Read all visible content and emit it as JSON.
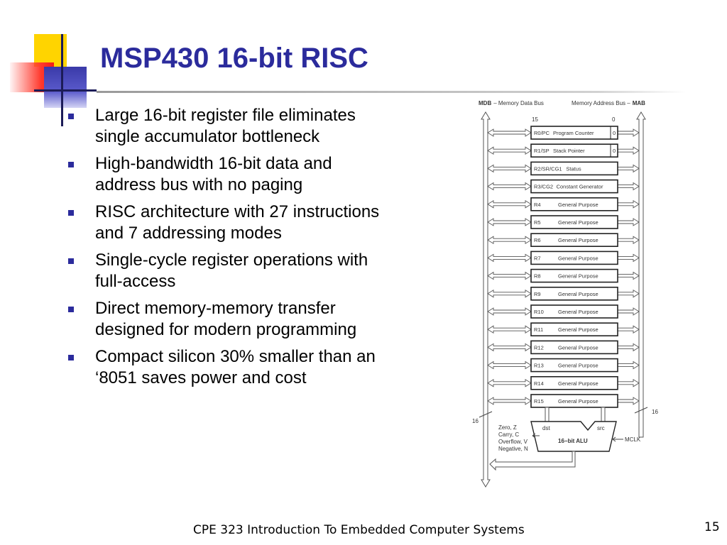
{
  "slide": {
    "title": "MSP430 16-bit RISC",
    "bullets": [
      "Large 16-bit register file eliminates single accumulator bottleneck",
      "High-bandwidth 16-bit data and address bus with no paging",
      "RISC architecture with 27 instructions and 7 addressing modes",
      "Single-cycle register operations with full-access",
      "Direct memory-memory transfer designed for modern programming",
      "Compact silicon 30% smaller than an ‘8051 saves power and cost"
    ],
    "footer": "CPE 323 Introduction To Embedded Computer Systems",
    "page_number": "15"
  },
  "diagram": {
    "mdb_abbr": "MDB",
    "mdb_label": "– Memory Data Bus",
    "mab_label": "Memory Address Bus –",
    "mab_abbr": "MAB",
    "bit_high": "15",
    "bit_low": "0",
    "registers": [
      {
        "name": "R0/PC",
        "desc": "Program Counter",
        "zero_bit": "0"
      },
      {
        "name": "R1/SP",
        "desc": "Stack Pointer",
        "zero_bit": "0"
      },
      {
        "name": "R2/SR/CG1",
        "desc": "Status",
        "zero_bit": ""
      },
      {
        "name": "R3/CG2",
        "desc": "Constant Generator",
        "zero_bit": ""
      },
      {
        "name": "R4",
        "desc": "General Purpose",
        "zero_bit": ""
      },
      {
        "name": "R5",
        "desc": "General Purpose",
        "zero_bit": ""
      },
      {
        "name": "R6",
        "desc": "General Purpose",
        "zero_bit": ""
      },
      {
        "name": "R7",
        "desc": "General Purpose",
        "zero_bit": ""
      },
      {
        "name": "R8",
        "desc": "General Purpose",
        "zero_bit": ""
      },
      {
        "name": "R9",
        "desc": "General Purpose",
        "zero_bit": ""
      },
      {
        "name": "R10",
        "desc": "General Purpose",
        "zero_bit": ""
      },
      {
        "name": "R11",
        "desc": "General Purpose",
        "zero_bit": ""
      },
      {
        "name": "R12",
        "desc": "General Purpose",
        "zero_bit": ""
      },
      {
        "name": "R13",
        "desc": "General Purpose",
        "zero_bit": ""
      },
      {
        "name": "R14",
        "desc": "General Purpose",
        "zero_bit": ""
      },
      {
        "name": "R15",
        "desc": "General Purpose",
        "zero_bit": ""
      }
    ],
    "bus_width_left": "16",
    "bus_width_right": "16",
    "alu_label": "16−bit ALU",
    "alu_dst": "dst",
    "alu_src": "src",
    "clock_label": "MCLK",
    "flags": [
      "Zero, Z",
      "Carry, C",
      "Overflow, V",
      "Negative, N"
    ]
  },
  "colors": {
    "title": "#2b2b9c",
    "bullet_marker": "#2b2b9c"
  }
}
